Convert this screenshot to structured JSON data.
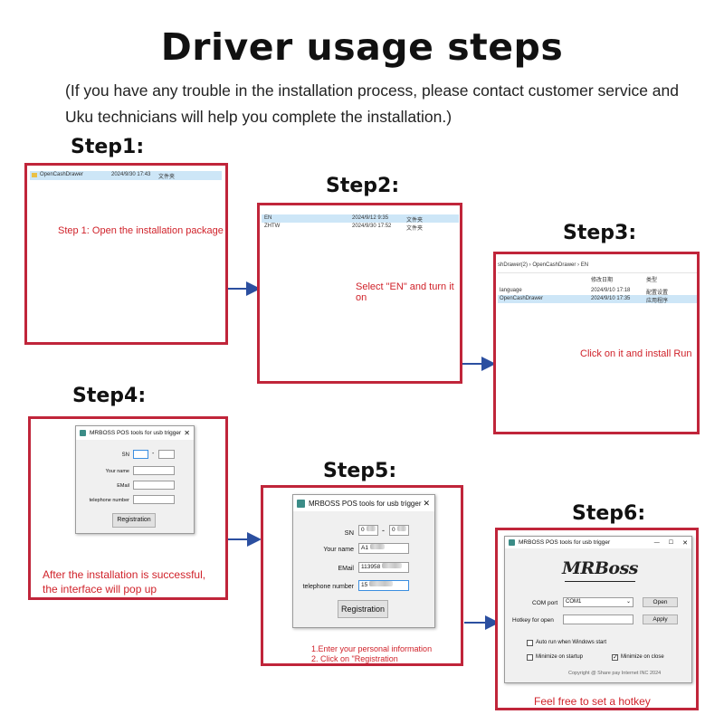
{
  "title": "Driver usage steps",
  "subtitle": "(If you have any trouble in the installation process, please contact customer service and Uku technicians will help you complete the installation.)",
  "steps": [
    {
      "label": "Step1:",
      "caption": "Step 1: Open the installation package",
      "file": {
        "name": "OpenCashDrawer",
        "date": "2024/9/30 17:43",
        "type": "文件夹"
      }
    },
    {
      "label": "Step2:",
      "caption": "Select \"EN\" and turn it on",
      "files": [
        {
          "name": "EN",
          "date": "2024/9/12 9:35",
          "type": "文件夹"
        },
        {
          "name": "ZHTW",
          "date": "2024/9/30 17:52",
          "type": "文件夹"
        }
      ]
    },
    {
      "label": "Step3:",
      "caption": "Click on it and install Run",
      "breadcrumb": "shDrawer(2)  ›  OpenCashDrawer  ›  EN",
      "headers": {
        "date": "修改日期",
        "type": "类型"
      },
      "files": [
        {
          "name": "language",
          "date": "2024/9/10 17:18",
          "type": "配置设置"
        },
        {
          "name": "OpenCashDrawer",
          "date": "2024/9/10 17:35",
          "type": "应用程序"
        }
      ]
    },
    {
      "label": "Step4:",
      "caption_line1": "After the installation is successful,",
      "caption_line2": "the interface will pop up"
    },
    {
      "label": "Step5:",
      "caption_line1": "1.Enter your personal information",
      "caption_line2": "2. Click on \"Registration",
      "values": {
        "sn1": "0",
        "sn2": "0",
        "name": "A1",
        "email": "113958",
        "phone": "15"
      }
    },
    {
      "label": "Step6:",
      "caption": "Feel free to set a hotkey"
    }
  ],
  "dialog": {
    "title": "MRBOSS POS tools for usb trigger",
    "close": "✕",
    "sn_label": "SN",
    "sn_dash": "-",
    "name_label": "Your name",
    "email_label": "EMail",
    "phone_label": "telephone number",
    "register": "Registration"
  },
  "settings": {
    "title": "MRBOSS POS tools for usb trigger",
    "logo": "MRBoss",
    "com_label": "COM port",
    "com_value": "COM1",
    "open": "Open",
    "hotkey_label": "Hotkey for open",
    "apply": "Apply",
    "auto_run": "Auto run when Windows start",
    "min_startup": "Minimize on startup",
    "min_close": "Minimize on close",
    "copyright": "Copyright @ Share pay Internet INC 2024",
    "min_btn": "—",
    "max_btn": "☐",
    "close_btn": "✕"
  },
  "colors": {
    "panel_border": "#c0253a",
    "arrow": "#2b4fa0",
    "red_text": "#d0222a"
  }
}
